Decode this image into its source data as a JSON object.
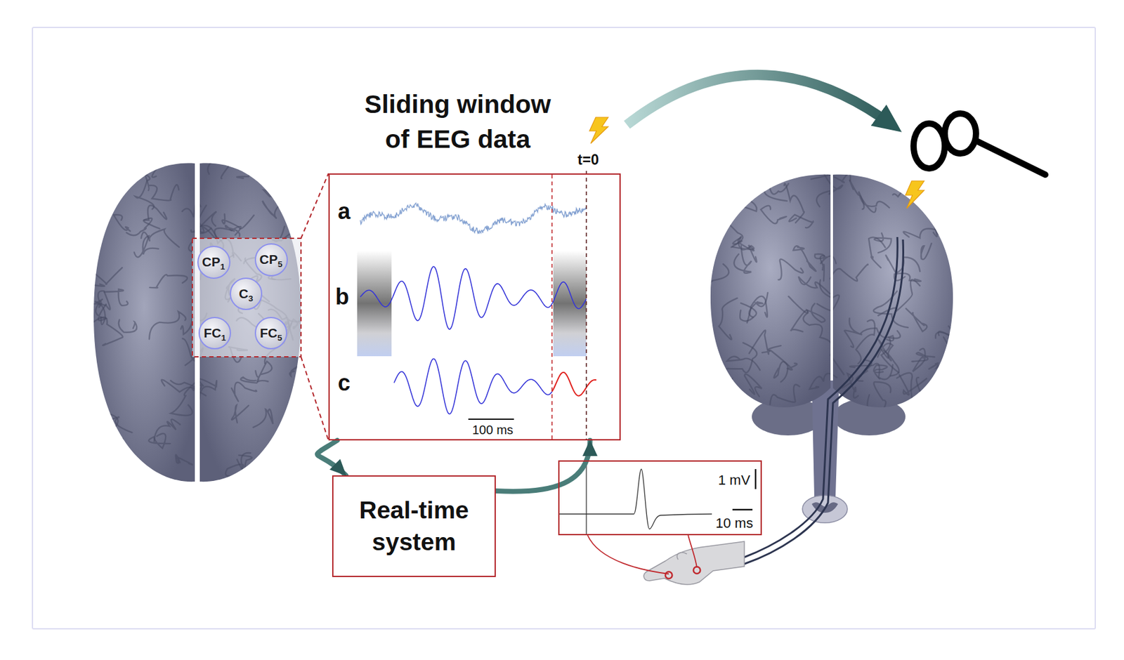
{
  "diagram": {
    "nodes": [
      {
        "text": [
          "CP1"
        ]
      },
      {
        "text": [
          "CP5"
        ]
      },
      {
        "text": [
          "C3"
        ]
      },
      {
        "text": [
          "FC1"
        ]
      },
      {
        "text": [
          "FC5"
        ]
      },
      {
        "text": [
          "Sliding window of EEG data"
        ]
      },
      {
        "text": [
          "Real-time system"
        ]
      },
      {
        "text": [
          "1 mV",
          "10 ms"
        ]
      }
    ],
    "edges": [
      {
        "from": 5,
        "to": 6,
        "arrow": "to"
      },
      {
        "from": 6,
        "to": 5,
        "arrow": "to"
      }
    ],
    "labels": [
      "a",
      "b",
      "c",
      "t=0",
      "100 ms"
    ]
  }
}
